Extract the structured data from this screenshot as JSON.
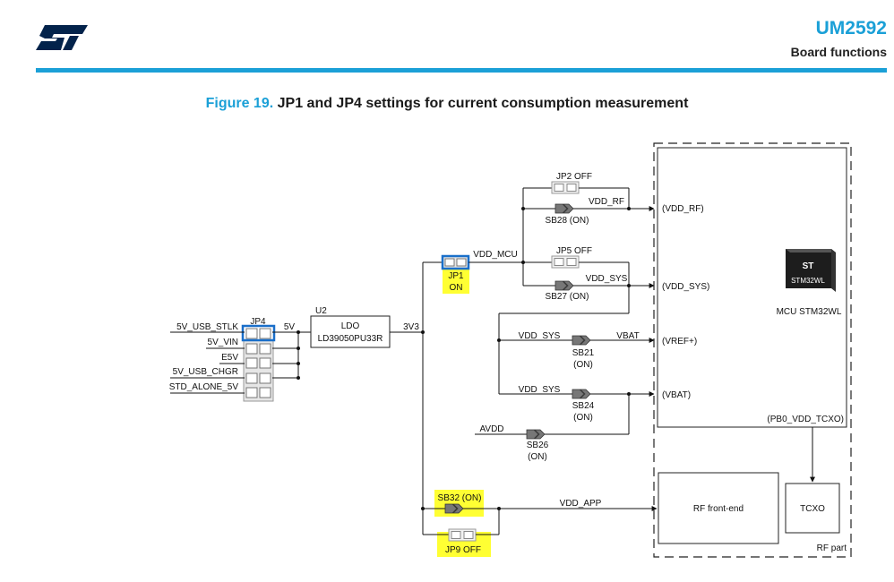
{
  "header": {
    "doc_code": "UM2592",
    "section": "Board functions",
    "logo_icon": "st-logo-icon",
    "accent_color": "#1ba0d7"
  },
  "figure": {
    "number": "Figure 19.",
    "title": "JP1 and JP4 settings for current consumption measurement"
  },
  "diagram": {
    "highlight_color": "#ffff33",
    "jp4": {
      "label": "JP4",
      "inputs": [
        "5V_USB_STLK",
        "5V_VIN",
        "E5V",
        "5V_USB_CHGR",
        "STD_ALONE_5V"
      ]
    },
    "net_5v": "5V",
    "ldo": {
      "ref": "U2",
      "name": "LDO",
      "part": "LD39050PU33R"
    },
    "net_3v3": "3V3",
    "jp1": {
      "label": "JP1",
      "state": "ON"
    },
    "net_vdd_mcu": "VDD_MCU",
    "jp2": "JP2 OFF",
    "sb28": "SB28 (ON)",
    "vdd_rf": "VDD_RF",
    "jp5": "JP5 OFF",
    "sb27": "SB27 (ON)",
    "vdd_sys": "VDD_SYS",
    "sb21": {
      "net_in": "VDD_SYS",
      "name": "SB21",
      "state": "(ON)",
      "net_out": "VBAT"
    },
    "sb24": {
      "net_in": "VDD_SYS",
      "name": "SB24",
      "state": "(ON)"
    },
    "sb26": {
      "net_in": "AVDD",
      "name": "SB26",
      "state": "(ON)"
    },
    "sb32": "SB32 (ON)",
    "jp9": "JP9 OFF",
    "vdd_app": "VDD_APP",
    "mcu": {
      "pins": [
        "(VDD_RF)",
        "(VDD_SYS)",
        "(VREF+)",
        "(VBAT)",
        "(PB0_VDD_TCXO)"
      ],
      "name": "MCU STM32WL",
      "chip_label": "STM32WL"
    },
    "rf_frontend": "RF front-end",
    "tcxo": "TCXO",
    "rf_part": "RF part"
  }
}
